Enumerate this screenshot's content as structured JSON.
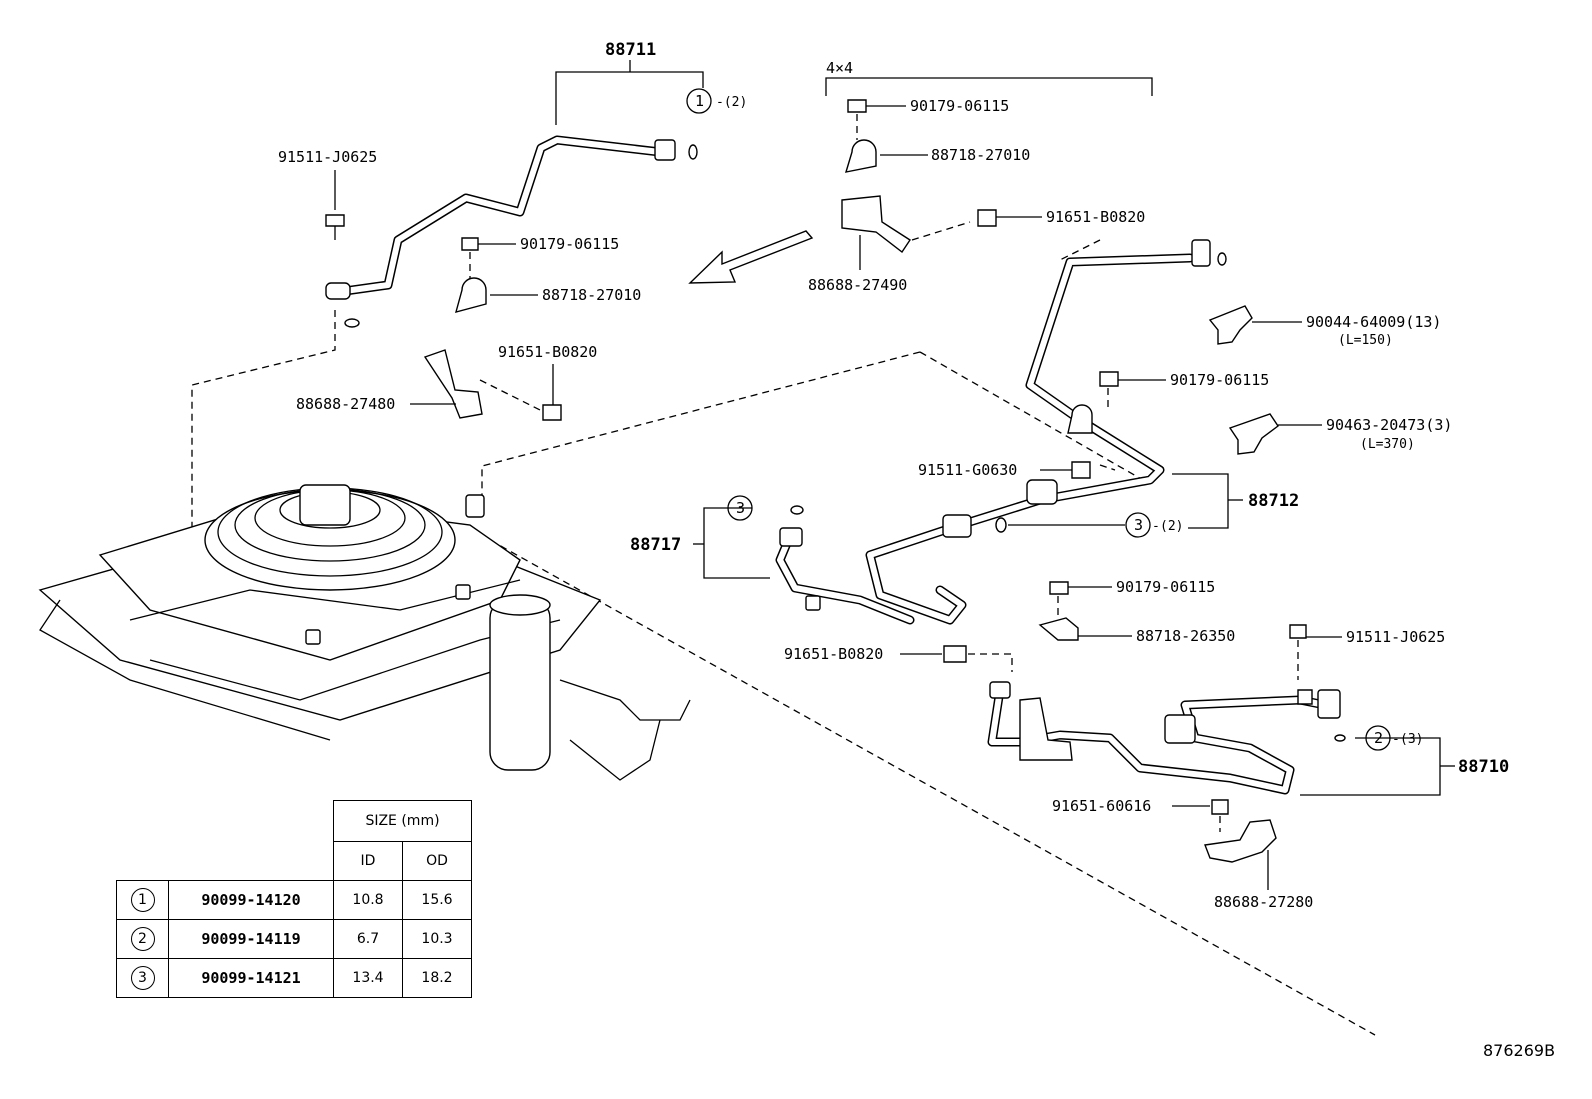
{
  "labels": {
    "p88711": "88711",
    "p88711_ref": "①-(2)",
    "p4x4": "4×4",
    "p90179_top": "90179-06115",
    "p88718_top": "88718-27010",
    "p91651_top": "91651-B0820",
    "p88688_27490": "88688-27490",
    "p91511_j0625_left": "91511-J0625",
    "p90179_left": "90179-06115",
    "p88718_left": "88718-27010",
    "p91651_left": "91651-B0820",
    "p88688_27480": "88688-27480",
    "p90044": "90044-64009(13)",
    "p90044_len": "(L=150)",
    "p90179_right": "90179-06115",
    "p90463": "90463-20473(3)",
    "p90463_len": "(L=370)",
    "p91511_g0630": "91511-G0630",
    "p88712": "88712",
    "p88712_ref": "(2)",
    "p88717": "88717",
    "p90179_mid": "90179-06115",
    "p88718_26350": "88718-26350",
    "p91511_j0625_right": "91511-J0625",
    "p91651_mid": "91651-B0820",
    "p88710": "88710",
    "p88710_ref": "(3)",
    "p91651_60616": "91651-60616",
    "p88688_27280": "88688-27280",
    "circle1": "1",
    "circle2": "2",
    "circle3": "3"
  },
  "size_table": {
    "header": "SIZE (mm)",
    "col_id": "ID",
    "col_od": "OD",
    "rows": [
      {
        "ref": "1",
        "part": "90099-14120",
        "id": "10.8",
        "od": "15.6"
      },
      {
        "ref": "2",
        "part": "90099-14119",
        "id": "6.7",
        "od": "10.3"
      },
      {
        "ref": "3",
        "part": "90099-14121",
        "id": "13.4",
        "od": "18.2"
      }
    ]
  },
  "footer_code": "876269B"
}
